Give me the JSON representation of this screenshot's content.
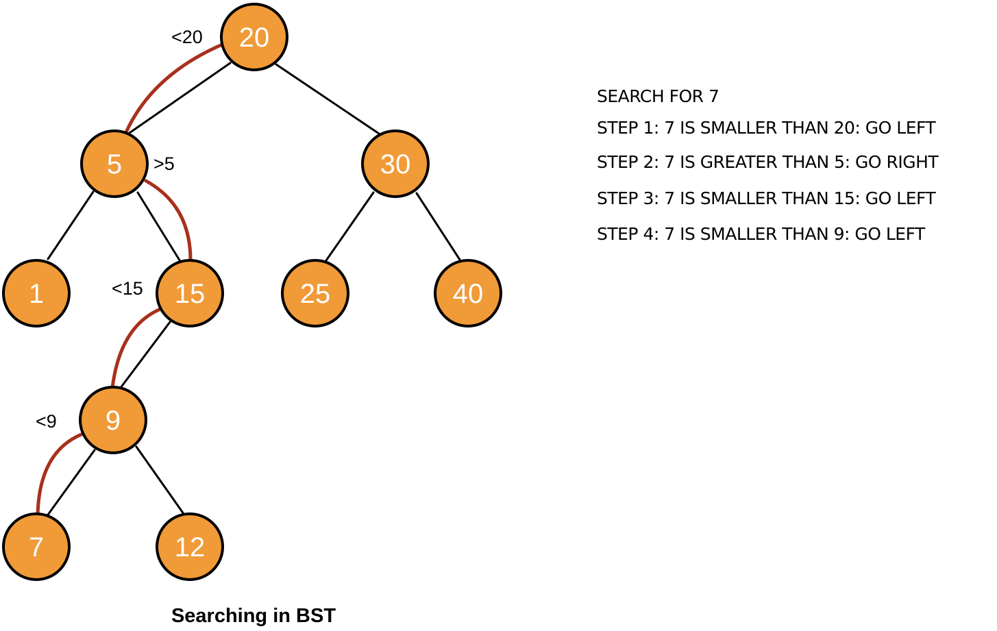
{
  "colors": {
    "node_fill": "#F09A38",
    "node_stroke": "#000000",
    "edge": "#000000",
    "path": "#A8301C",
    "label": "#FFFFFF"
  },
  "tree": {
    "nodes": [
      {
        "id": "n20",
        "value": "20"
      },
      {
        "id": "n5",
        "value": "5"
      },
      {
        "id": "n30",
        "value": "30"
      },
      {
        "id": "n1",
        "value": "1"
      },
      {
        "id": "n15",
        "value": "15"
      },
      {
        "id": "n25",
        "value": "25"
      },
      {
        "id": "n40",
        "value": "40"
      },
      {
        "id": "n9",
        "value": "9"
      },
      {
        "id": "n7",
        "value": "7"
      },
      {
        "id": "n12",
        "value": "12"
      }
    ],
    "edges": [
      {
        "from": "n20",
        "to": "n5"
      },
      {
        "from": "n20",
        "to": "n30"
      },
      {
        "from": "n5",
        "to": "n1"
      },
      {
        "from": "n5",
        "to": "n15"
      },
      {
        "from": "n30",
        "to": "n25"
      },
      {
        "from": "n30",
        "to": "n40"
      },
      {
        "from": "n15",
        "to": "n9"
      },
      {
        "from": "n9",
        "to": "n7"
      },
      {
        "from": "n9",
        "to": "n12"
      }
    ],
    "search_path": [
      {
        "from": "n20",
        "to": "n5",
        "label": "<20"
      },
      {
        "from": "n5",
        "to": "n15",
        "label": ">5"
      },
      {
        "from": "n15",
        "to": "n9",
        "label": "<15"
      },
      {
        "from": "n9",
        "to": "n7",
        "label": "<9"
      }
    ]
  },
  "caption": "Searching in BST",
  "steps": {
    "heading": "SEARCH FOR 7",
    "items": [
      "STEP 1: 7 IS SMALLER THAN 20: GO LEFT",
      "STEP 2: 7 IS GREATER THAN 5: GO RIGHT",
      "STEP 3: 7 IS SMALLER THAN 15: GO LEFT",
      "STEP 4: 7 IS SMALLER THAN 9: GO LEFT"
    ]
  }
}
